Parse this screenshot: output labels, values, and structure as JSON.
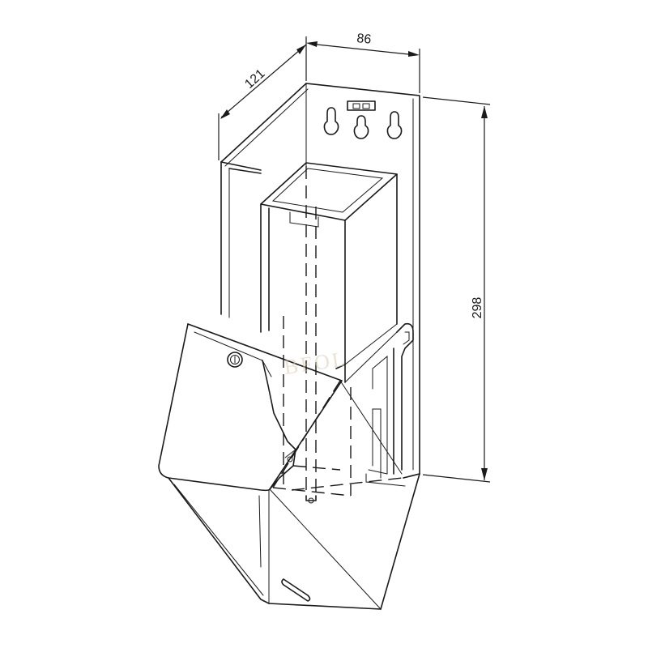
{
  "dimensions": {
    "width": "86",
    "depth": "121",
    "height": "298"
  },
  "watermark": {
    "text": "BFOL"
  }
}
